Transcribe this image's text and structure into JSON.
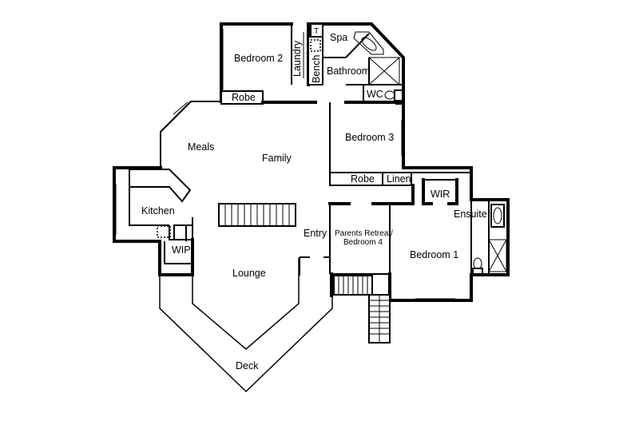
{
  "floorplan": {
    "rooms": {
      "bedroom2": "Bedroom 2",
      "laundry": "Laundry",
      "toilet_t": "T",
      "bench": "Bench",
      "spa": "Spa",
      "bathroom": "Bathroom",
      "wc": "WC",
      "robe_upper": "Robe",
      "meals": "Meals",
      "family": "Family",
      "bedroom3": "Bedroom 3",
      "robe_mid": "Robe",
      "linen": "Linen",
      "wir": "WIR",
      "ensuite": "Ensuite",
      "kitchen": "Kitchen",
      "entry": "Entry",
      "parents_retreat_line1": "Parents Retreat/",
      "parents_retreat_line2": "Bedroom 4",
      "bedroom1": "Bedroom 1",
      "wip": "WIP",
      "lounge": "Lounge",
      "deck": "Deck"
    }
  }
}
